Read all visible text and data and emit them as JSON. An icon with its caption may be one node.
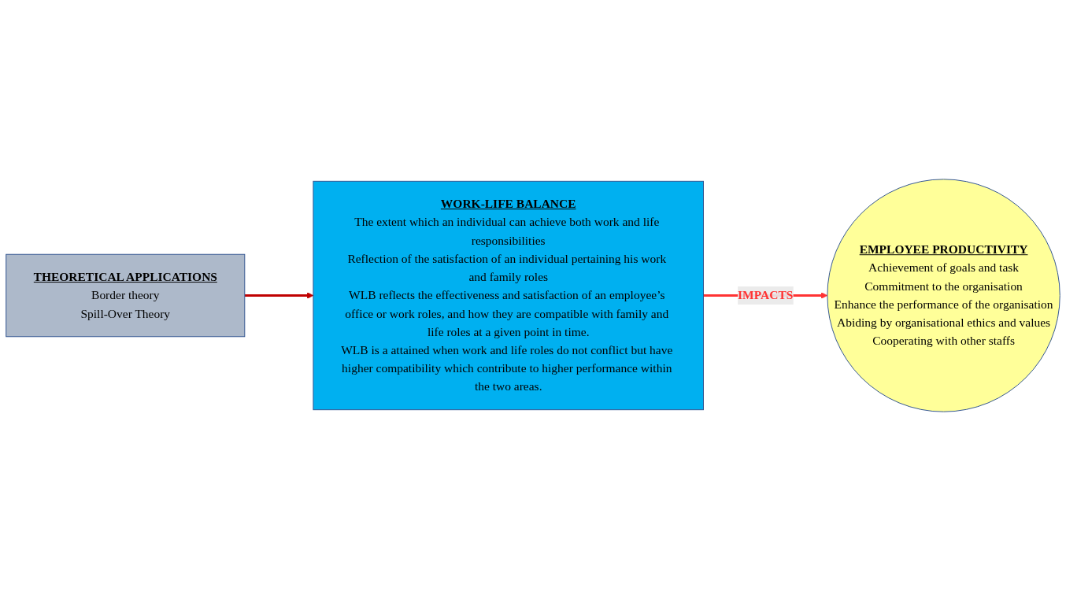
{
  "diagram": {
    "nodes": [
      {
        "text": [
          "WORK-LIFE BALANCE",
          "The extent which an individual can achieve both work and life responsibilities",
          "Reflection of the satisfaction of an individual pertaining his work and family roles",
          "WLB reflects the effectiveness and satisfaction of an employee’s office or work roles, and how they are compatible with family and life roles at a given point in time.",
          "WLB is a attained when work and life roles do not conflict but have higher compatibility which contribute to higher performance within the two areas."
        ]
      },
      {
        "text": [
          "EMPLOYEE PRODUCTIVITY",
          "Achievement of goals and task",
          "Commitment to the organisation",
          "Enhance the performance of the organisation",
          "Abiding by organisational ethics and values",
          "Cooperating with other staffs"
        ]
      },
      {
        "text": [
          "THEORETICAL APPLICATIONS",
          "Border theory",
          "Spill-Over Theory"
        ]
      }
    ],
    "edges": [
      {
        "from": 0,
        "to": 1,
        "arrow": "to",
        "label": "IMPACTS",
        "color": "#ff3333"
      },
      {
        "from": 2,
        "to": 0,
        "arrow": "to",
        "color": "#c00000"
      }
    ]
  }
}
